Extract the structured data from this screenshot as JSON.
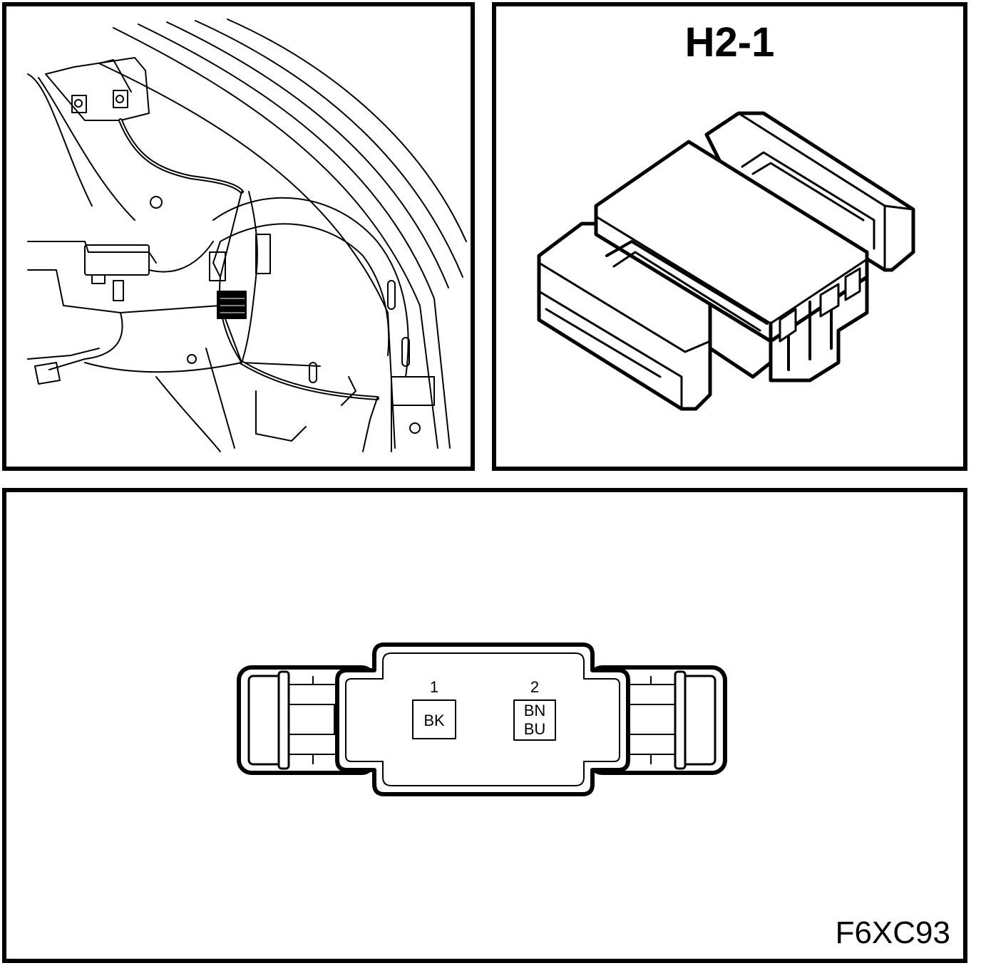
{
  "connector": {
    "title": "H2-1",
    "pins": [
      {
        "number": "1",
        "wire_color_lines": [
          "BK"
        ]
      },
      {
        "number": "2",
        "wire_color_lines": [
          "BN",
          "BU"
        ]
      }
    ]
  },
  "figure_code": "F6XC93",
  "colors": {
    "line": "#000000",
    "background": "#ffffff"
  }
}
